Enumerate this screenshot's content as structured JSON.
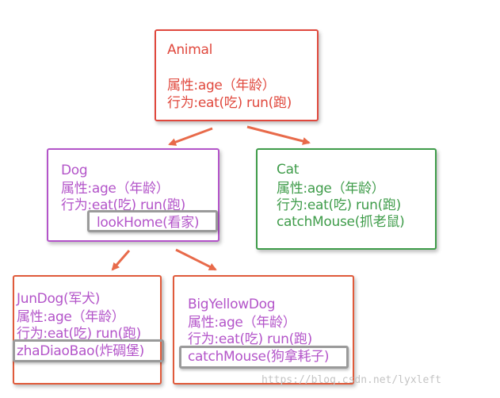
{
  "colors": {
    "animal": "#e0483d",
    "dog": "#b354c9",
    "cat": "#3f9c4a",
    "jundog": "#e05a3a",
    "bigyellowdog": "#e05a3a",
    "arrow": "#e86a4a",
    "highlight": "#9a9a9a"
  },
  "animal": {
    "name": "Animal",
    "attr": "属性:age（年龄）",
    "behavior": "行为:eat(吃) run(跑)"
  },
  "dog": {
    "name": "Dog",
    "attr": "属性:age（年龄）",
    "behavior": "行为:eat(吃) run(跑)",
    "extra": "lookHome(看家)"
  },
  "cat": {
    "name": "Cat",
    "attr": "属性:age（年龄）",
    "behavior": "行为:eat(吃) run(跑)",
    "extra": "catchMouse(抓老鼠)"
  },
  "jundog": {
    "name": "JunDog(军犬)",
    "attr": "属性:age（年龄）",
    "behavior": "行为:eat(吃) run(跑)",
    "extra": "zhaDiaoBao(炸碉堡)"
  },
  "bigyellowdog": {
    "name": "BigYellowDog",
    "attr": "属性:age（年龄）",
    "behavior": "行为:eat(吃) run(跑)",
    "extra": "catchMouse(狗拿耗子)"
  },
  "watermark": "https://blog.csdn.net/lyxleft"
}
